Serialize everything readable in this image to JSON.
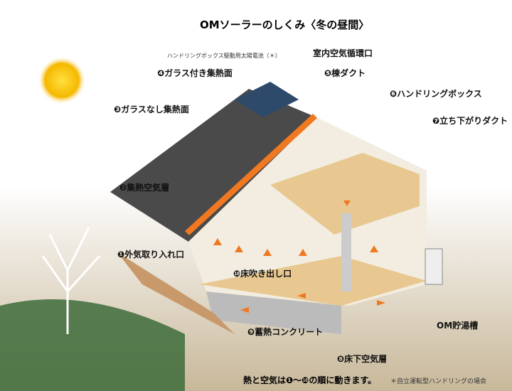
{
  "title": "OMソーラーのしくみ〈冬の昼間〉",
  "labels": {
    "pv": "ハンドリングボックス駆動用太陽電池（＊）",
    "circulation": "室内空気循環口",
    "glazed": "❹ガラス付き集熱面",
    "ridge_duct": "❺棟ダクト",
    "handling_box": "❻ハンドリングボックス",
    "unglazed": "❸ガラスなし集熱面",
    "down_duct": "❼立ち下がりダクト",
    "air_layer": "❷集熱空気層",
    "intake": "❶外気取り入れ口",
    "floor_outlet": "❿床吹き出し口",
    "tank": "OM貯湯槽",
    "concrete": "❾蓄熱コンクリート",
    "underfloor": "❽床下空気層"
  },
  "footer": "熱と空気は❶〜❿の順に動きます。",
  "note": "＊自立運転型ハンドリングの場合",
  "colors": {
    "sun": "#f5c400",
    "arrow": "#f07820",
    "roof": "#4a4a4a",
    "wood": "#e8c890"
  }
}
